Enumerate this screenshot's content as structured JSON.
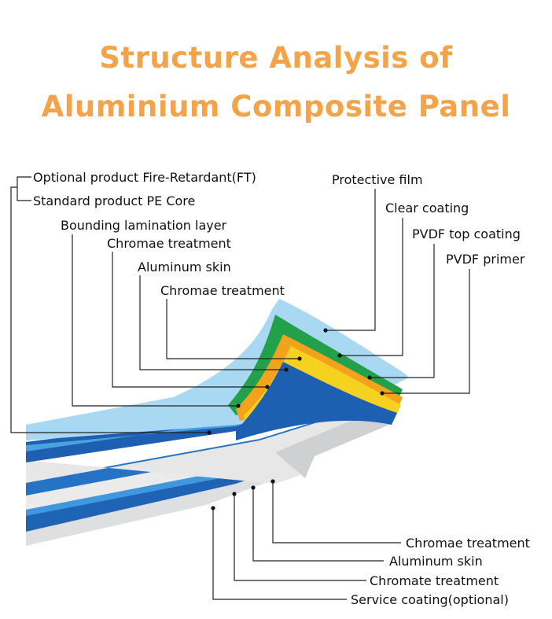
{
  "title": {
    "line1": "Structure Analysis of",
    "line2": "Aluminium Composite Panel"
  },
  "labels_top_left": [
    "Optional product Fire-Retardant(FT)",
    "Standard product PE Core",
    "Bounding lamination layer",
    "Chromae treatment",
    "Aluminum skin",
    "Chromae treatment"
  ],
  "labels_top_right": [
    "Protective film",
    "Clear coating",
    "PVDF top coating",
    "PVDF primer"
  ],
  "labels_bottom": [
    "Chromae treatment",
    "Aluminum skin",
    "Chromate treatment",
    "Service coating(optional)"
  ],
  "colors": {
    "title": "#f4a349",
    "protective_film": "#a9d8f2",
    "clear_coating": "#23a14a",
    "pvdf_top": "#f3a31b",
    "pvdf_primer": "#f5d120",
    "aluminum_skin": "#1d5fb0",
    "core": "#e3e3e3",
    "blue_stripe": "#2f86cc"
  }
}
